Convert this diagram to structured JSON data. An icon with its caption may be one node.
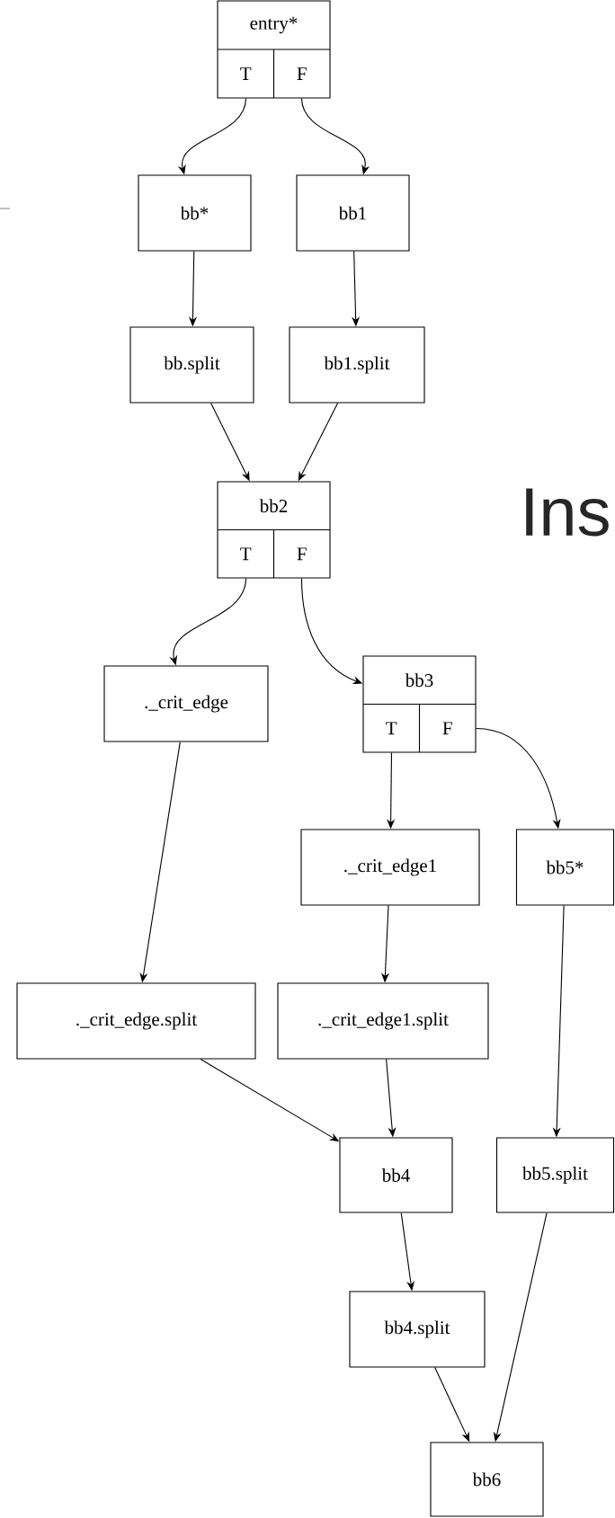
{
  "diagram": {
    "nodes": [
      {
        "text": [
          "entry*",
          "T",
          "F"
        ]
      },
      {
        "text": [
          "bb*"
        ]
      },
      {
        "text": [
          "bb1"
        ]
      },
      {
        "text": [
          "bb.split"
        ]
      },
      {
        "text": [
          "bb1.split"
        ]
      },
      {
        "text": [
          "bb2",
          "T",
          "F"
        ]
      },
      {
        "text": [
          "._crit_edge"
        ]
      },
      {
        "text": [
          "bb3",
          "T",
          "F"
        ]
      },
      {
        "text": [
          "._crit_edge1"
        ]
      },
      {
        "text": [
          "bb5*"
        ]
      },
      {
        "text": [
          "._crit_edge.split"
        ]
      },
      {
        "text": [
          "._crit_edge1.split"
        ]
      },
      {
        "text": [
          "bb4"
        ]
      },
      {
        "text": [
          "bb5.split"
        ]
      },
      {
        "text": [
          "bb4.split"
        ]
      },
      {
        "text": [
          "bb6"
        ]
      }
    ],
    "edges": [
      {
        "from": 0,
        "to": 1,
        "arrow": "to"
      },
      {
        "from": 0,
        "to": 2,
        "arrow": "to"
      },
      {
        "from": 1,
        "to": 3,
        "arrow": "to"
      },
      {
        "from": 2,
        "to": 4,
        "arrow": "to"
      },
      {
        "from": 3,
        "to": 5,
        "arrow": "to"
      },
      {
        "from": 4,
        "to": 5,
        "arrow": "to"
      },
      {
        "from": 5,
        "to": 6,
        "arrow": "to"
      },
      {
        "from": 5,
        "to": 7,
        "arrow": "to"
      },
      {
        "from": 7,
        "to": 8,
        "arrow": "to"
      },
      {
        "from": 7,
        "to": 9,
        "arrow": "to"
      },
      {
        "from": 6,
        "to": 10,
        "arrow": "to"
      },
      {
        "from": 8,
        "to": 11,
        "arrow": "to"
      },
      {
        "from": 9,
        "to": 13,
        "arrow": "to"
      },
      {
        "from": 10,
        "to": 12,
        "arrow": "to"
      },
      {
        "from": 11,
        "to": 12,
        "arrow": "to"
      },
      {
        "from": 12,
        "to": 14,
        "arrow": "to"
      },
      {
        "from": 14,
        "to": 15,
        "arrow": "to"
      },
      {
        "from": 13,
        "to": 15,
        "arrow": "to"
      }
    ],
    "labels": [
      "Ins"
    ]
  }
}
